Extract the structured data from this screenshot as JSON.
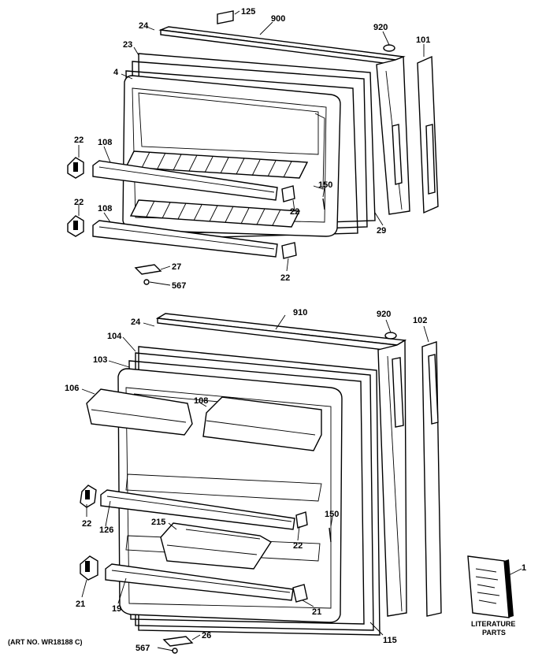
{
  "labels": {
    "l125": "125",
    "l900": "900",
    "l920a": "920",
    "l101": "101",
    "l24a": "24",
    "l23": "23",
    "l4": "4",
    "l22a": "22",
    "l108a": "108",
    "l150a": "150",
    "l22b": "22",
    "l108b": "108",
    "l22c": "22",
    "l29": "29",
    "l27": "27",
    "l567a": "567",
    "l22d": "22",
    "l910": "910",
    "l920b": "920",
    "l102": "102",
    "l24b": "24",
    "l104": "104",
    "l103": "103",
    "l106": "106",
    "l108c": "108",
    "l22e": "22",
    "l126": "126",
    "l215": "215",
    "l150b": "150",
    "l22f": "22",
    "l21a": "21",
    "l19": "19",
    "l21b": "21",
    "l1": "1",
    "l115": "115",
    "l26": "26",
    "l567b": "567"
  },
  "art_no": "(ART NO. WR18188 C)",
  "literature_line1": "LITERATURE",
  "literature_line2": "PARTS"
}
